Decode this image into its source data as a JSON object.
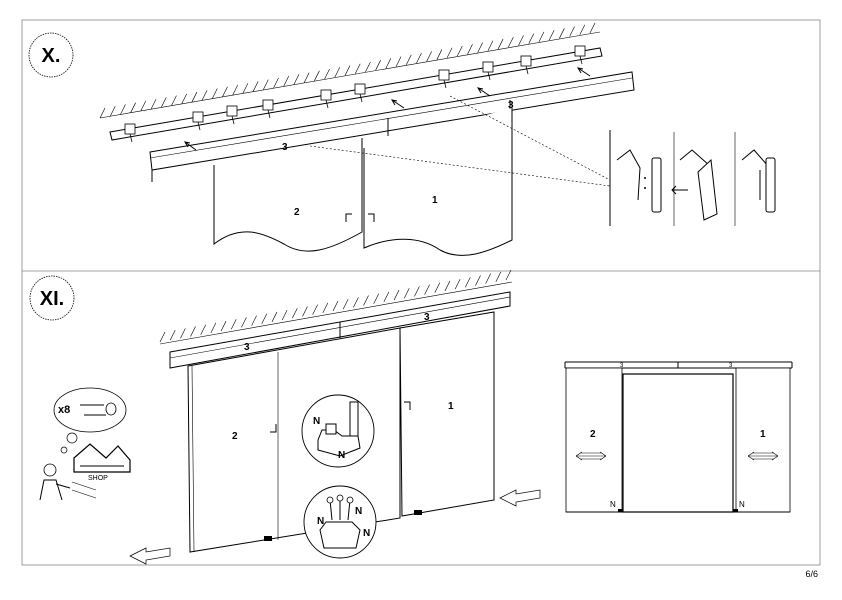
{
  "page": {
    "number": "6/6"
  },
  "step_x": {
    "badge": "X.",
    "labels": {
      "panel_right": "1",
      "panel_left": "2",
      "rail_left": "3",
      "rail_right": "3"
    }
  },
  "step_xi": {
    "badge": "XI.",
    "labels": {
      "panel_right": "1",
      "panel_left": "2",
      "rail_left": "3",
      "rail_right": "3"
    },
    "screws": {
      "count": "x8"
    },
    "shop": {
      "label": "SHOP"
    },
    "detail": {
      "n1": "N",
      "n2": "N",
      "n3": "N",
      "n4": "N",
      "n5": "N"
    },
    "front": {
      "rail_left": "3",
      "rail_right": "3",
      "left": "2",
      "right": "1",
      "n_left": "N",
      "n_right": "N"
    }
  }
}
